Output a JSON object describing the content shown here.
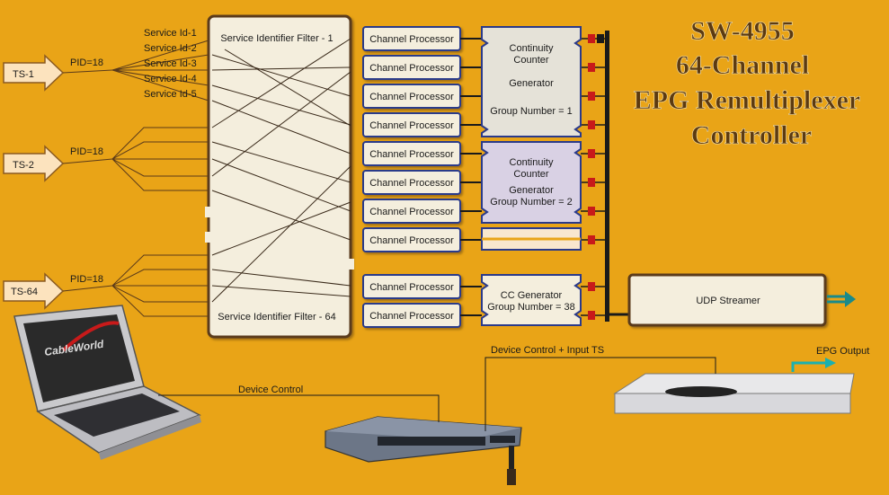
{
  "title": {
    "line1": "SW-4955",
    "line2": "64-Channel",
    "line3": "EPG Remultiplexer",
    "line4": "Controller"
  },
  "inputs": [
    {
      "ts": "TS-1",
      "pid": "PID=18"
    },
    {
      "ts": "TS-2",
      "pid": "PID=18"
    },
    {
      "ts": "TS-64",
      "pid": "PID=18"
    }
  ],
  "service_ids": [
    "Service Id-1",
    "Service Id-2",
    "Service Id-3",
    "Service Id-4",
    "Service Id-5"
  ],
  "filter": {
    "top_label": "Service Identifier Filter - 1",
    "bottom_label": "Service Identifier Filter - 64"
  },
  "processor_label": "Channel Processor",
  "generators": [
    {
      "line1": "Continuity",
      "line2": "Counter",
      "line3": "Generator",
      "line4": "Group Number = 1"
    },
    {
      "line1": "Continuity",
      "line2": "Counter",
      "line3": "Generator",
      "line4": "Group Number = 2"
    },
    {
      "line1": "CC Generator",
      "line2": "Group Number = 38"
    }
  ],
  "udp_streamer": "UDP Streamer",
  "labels": {
    "device_control": "Device Control",
    "device_control_input": "Device Control + Input TS",
    "epg_output": "EPG Output",
    "laptop_brand": "CableWorld"
  },
  "colors": {
    "background": "#E9A417",
    "box_fill": "#F4EEDD",
    "box_border": "#5A3A1A",
    "group1_fill": "#E5E2D8",
    "group2_fill": "#D9D1E4",
    "title_text": "#5C3A10",
    "connector_red": "#C81A1A",
    "arrow_fill": "#FCE3BE"
  }
}
